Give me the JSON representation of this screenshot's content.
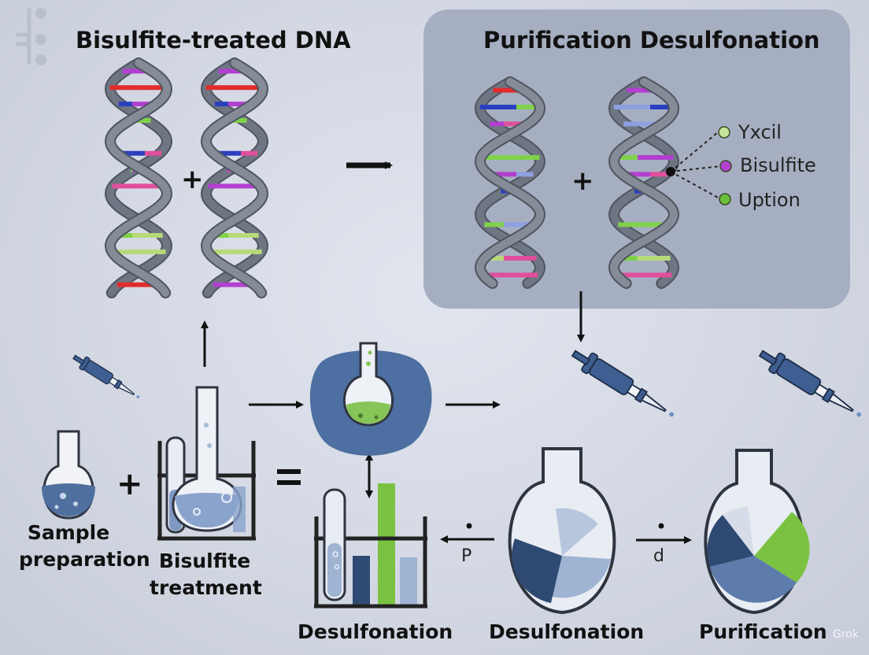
{
  "titles": {
    "left": "Bisulfite-treated DNA",
    "right": "Purification Desulfonation"
  },
  "legend": [
    {
      "label": "Yxcil",
      "color": "#c6e39a"
    },
    {
      "label": "Bisulfite",
      "color": "#b23fd0"
    },
    {
      "label": "Uption",
      "color": "#6abf3a"
    }
  ],
  "steps": {
    "sample": "Sample\npreparation",
    "bisulfite": "Bisulfite\ntreatment",
    "desulf_beaker": "Desulfonation",
    "desulf_flask": "Desulfonation",
    "purification": "Purification"
  },
  "operators": {
    "plus": "+",
    "equals": "=",
    "p": "P",
    "d": "d"
  },
  "watermark": "Grok",
  "colors": {
    "panel": "#a6afc1",
    "helix": "#6f7683",
    "pipette": "#3f5f92",
    "navy": "#2f4a72",
    "steel": "#5d7cab",
    "light_blue": "#9fb3d2",
    "green": "#7cc242",
    "rung_red": "#e22c2c",
    "rung_blue": "#2a3fc0",
    "rung_purple": "#b23fd0",
    "rung_green": "#7fd24a",
    "rung_pink": "#e04f9c"
  }
}
